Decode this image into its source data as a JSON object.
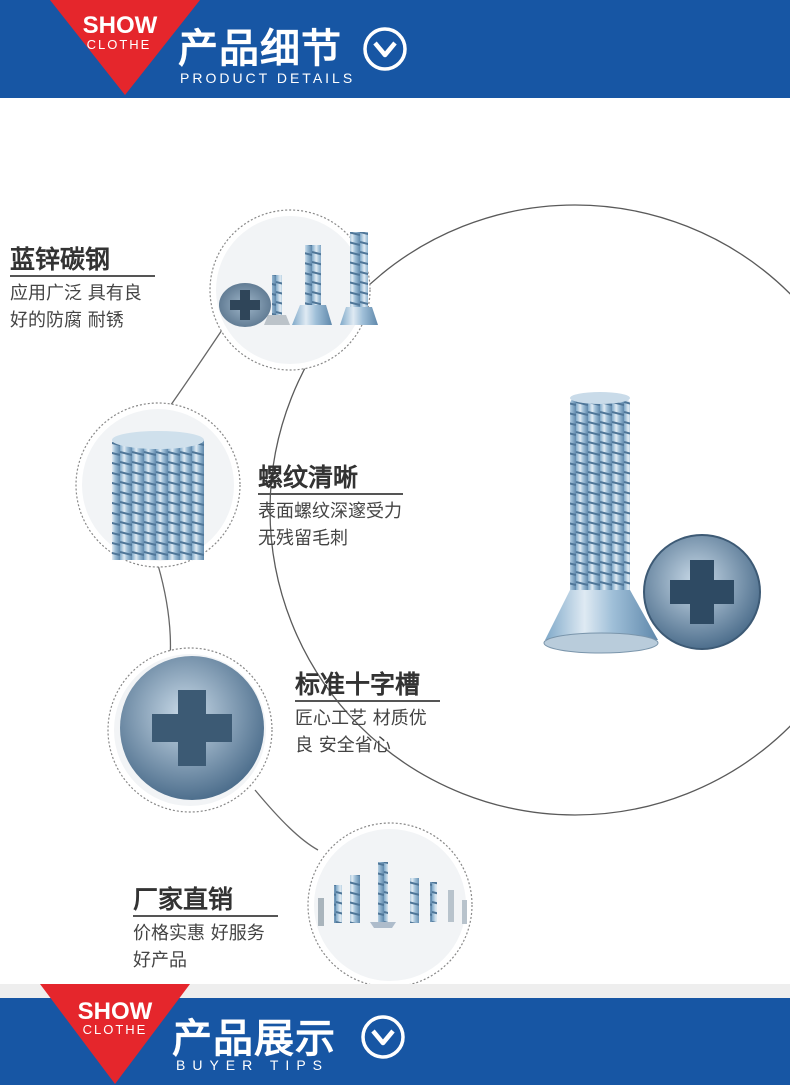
{
  "top_banner": {
    "tag_line1": "SHOW",
    "tag_line2": "CLOTHE",
    "title": "产品细节",
    "subtitle": "PRODUCT DETAILS"
  },
  "features": [
    {
      "title": "蓝锌碳钢",
      "desc": "应用广泛 具有良\n好的防腐 耐锈"
    },
    {
      "title": "螺纹清晰",
      "desc": "表面螺纹深邃受力\n无残留毛刺"
    },
    {
      "title": "标准十字槽",
      "desc": "匠心工艺 材质优\n良 安全省心"
    },
    {
      "title": "厂家直销",
      "desc": "价格实惠 好服务\n好产品"
    }
  ],
  "bottom_banner": {
    "tag_line1": "SHOW",
    "tag_line2": "CLOTHE",
    "title": "产品展示",
    "subtitle": "BUYER TIPS"
  },
  "colors": {
    "banner_blue": "#1756a4",
    "tag_red": "#e5262c"
  },
  "icons": [
    "chevron-down-circle-icon",
    "screw-image"
  ]
}
